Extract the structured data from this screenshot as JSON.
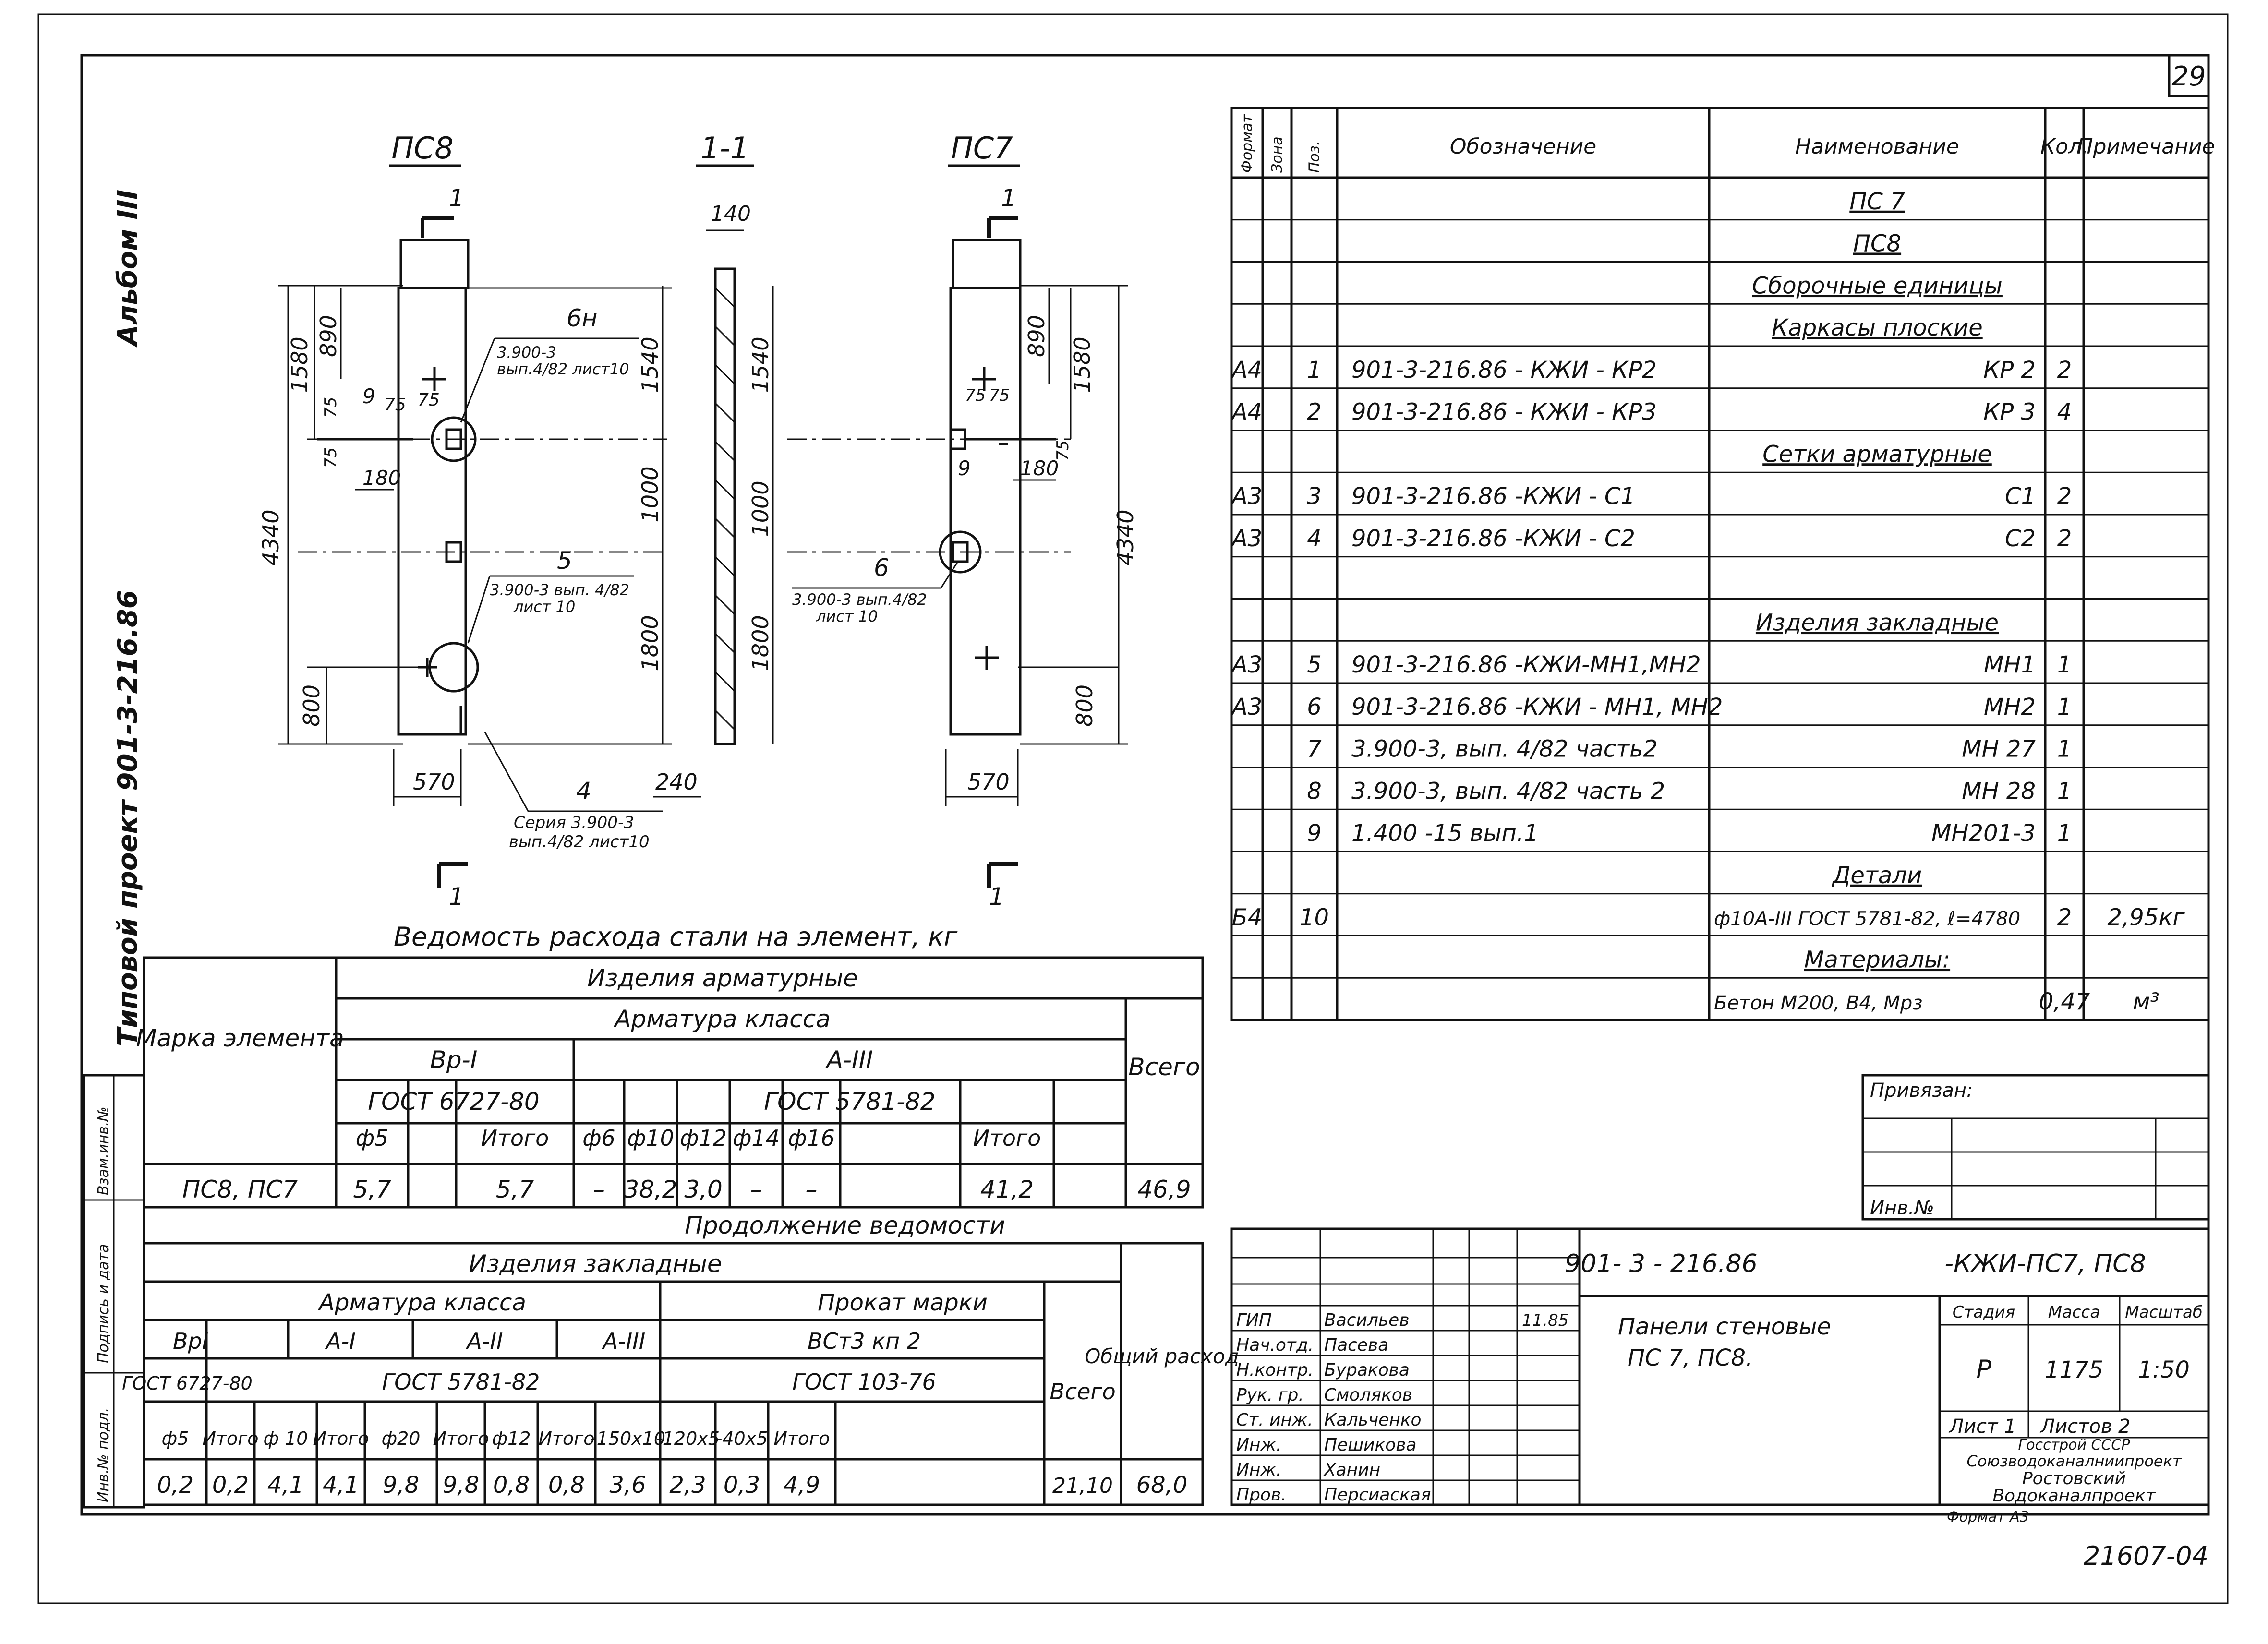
{
  "page_number": "29",
  "side": {
    "album": "Альбом III",
    "project": "Типовой проект  901-3-216.86",
    "vzam": "Взам.инв.№",
    "podpis": "Подпись и дата",
    "inv": "Инв.№ подл."
  },
  "drawing": {
    "view_left": "ПС8",
    "view_section": "1-1",
    "view_right": "ПС7",
    "section_mark": "1",
    "dims_left": {
      "total": "4340",
      "d1580": "1580",
      "d890": "890",
      "d1540": "1540",
      "d1000": "1000",
      "d1800": "1800",
      "d800": "800",
      "d570": "570",
      "d240": "240",
      "d75a": "75",
      "d75b": "75",
      "d75c": "75",
      "d75d": "75",
      "d180": "180"
    },
    "dims_section": {
      "d140": "140",
      "d1540": "1540",
      "d1000": "1000",
      "d1800": "1800"
    },
    "dims_right": {
      "total": "4340",
      "d1580": "1580",
      "d890": "890",
      "d800": "800",
      "d570": "570",
      "d75a": "75",
      "d75b": "75",
      "d75c": "75",
      "d180": "180"
    },
    "callouts": {
      "left_6n": "6н",
      "left_6n_ref": "3.900-3",
      "left_6n_ref2": "вып.4/82 лист10",
      "left_9": "9",
      "left_5": "5",
      "left_5_ref": "3.900-3 вып. 4/82",
      "left_5_ref2": "лист 10",
      "left_4": "4",
      "left_4_ref": "Серия 3.900-3",
      "left_4_ref2": "вып.4/82 лист10",
      "right_6": "6",
      "right_6_ref": "3.900-3 вып.4/82",
      "right_6_ref2": "лист 10",
      "right_9": "9"
    }
  },
  "spec": {
    "headers": [
      "Формат",
      "Зона",
      "Поз.",
      "Обозначение",
      "Наименование",
      "Кол.",
      "Примечание"
    ],
    "rows": [
      {
        "fmt": "",
        "zone": "",
        "pos": "",
        "code": "",
        "name": "ПС 7",
        "qty": "",
        "note": "",
        "title": true
      },
      {
        "fmt": "",
        "zone": "",
        "pos": "",
        "code": "",
        "name": "ПС8",
        "qty": "",
        "note": "",
        "title": true
      },
      {
        "fmt": "",
        "zone": "",
        "pos": "",
        "code": "",
        "name": "Сборочные единицы",
        "qty": "",
        "note": "",
        "title": true
      },
      {
        "fmt": "",
        "zone": "",
        "pos": "",
        "code": "",
        "name": "Каркасы плоские",
        "qty": "",
        "note": "",
        "title": true
      },
      {
        "fmt": "А4",
        "zone": "",
        "pos": "1",
        "code": "901-3-216.86 - КЖИ - КР2",
        "name": "КР 2",
        "qty": "2",
        "note": ""
      },
      {
        "fmt": "А4",
        "zone": "",
        "pos": "2",
        "code": "901-3-216.86 - КЖИ - КР3",
        "name": "КР 3",
        "qty": "4",
        "note": ""
      },
      {
        "fmt": "",
        "zone": "",
        "pos": "",
        "code": "",
        "name": "Сетки арматурные",
        "qty": "",
        "note": "",
        "title": true
      },
      {
        "fmt": "А3",
        "zone": "",
        "pos": "3",
        "code": "901-3-216.86 -КЖИ - С1",
        "name": "С1",
        "qty": "2",
        "note": ""
      },
      {
        "fmt": "А3",
        "zone": "",
        "pos": "4",
        "code": "901-3-216.86 -КЖИ - С2",
        "name": "С2",
        "qty": "2",
        "note": ""
      },
      {
        "fmt": "",
        "zone": "",
        "pos": "",
        "code": "",
        "name": "",
        "qty": "",
        "note": ""
      },
      {
        "fmt": "",
        "zone": "",
        "pos": "",
        "code": "",
        "name": "Изделия закладные",
        "qty": "",
        "note": "",
        "title": true
      },
      {
        "fmt": "А3",
        "zone": "",
        "pos": "5",
        "code": "901-3-216.86 -КЖИ-МН1,МН2",
        "name": "МН1",
        "qty": "1",
        "note": ""
      },
      {
        "fmt": "А3",
        "zone": "",
        "pos": "6",
        "code": "901-3-216.86 -КЖИ - МН1, МН2",
        "name": "МН2",
        "qty": "1",
        "note": ""
      },
      {
        "fmt": "",
        "zone": "",
        "pos": "7",
        "code": "3.900-3, вып. 4/82 часть2",
        "name": "МН 27",
        "qty": "1",
        "note": ""
      },
      {
        "fmt": "",
        "zone": "",
        "pos": "8",
        "code": "3.900-3, вып. 4/82 часть 2",
        "name": "МН 28",
        "qty": "1",
        "note": ""
      },
      {
        "fmt": "",
        "zone": "",
        "pos": "9",
        "code": "1.400 -15 вып.1",
        "name": "МН201-3",
        "qty": "1",
        "note": ""
      },
      {
        "fmt": "",
        "zone": "",
        "pos": "",
        "code": "",
        "name": "Детали",
        "qty": "",
        "note": "",
        "title": true
      },
      {
        "fmt": "Б4",
        "zone": "",
        "pos": "10",
        "code": "",
        "name": "ф10А-III ГОСТ 5781-82, ℓ=4780",
        "qty": "2",
        "note": "2,95кг"
      },
      {
        "fmt": "",
        "zone": "",
        "pos": "",
        "code": "",
        "name": "Материалы:",
        "qty": "",
        "note": "",
        "title": true
      },
      {
        "fmt": "",
        "zone": "",
        "pos": "",
        "code": "",
        "name": "Бетон М200, В4, Мрз",
        "qty": "0,47",
        "note": "м³"
      }
    ]
  },
  "steel1": {
    "title": "Ведомость расхода стали на элемент, кг",
    "h_izdelia": "Изделия арматурные",
    "h_armatura": "Арматура класса",
    "h_marka": "Марка элемента",
    "h_vsego": "Всего",
    "h_vp": "Вр-I",
    "h_a3": "А-III",
    "h_gost1": "ГОСТ 6727-80",
    "h_gost2": "ГОСТ 5781-82",
    "cols": [
      "ф5",
      "",
      "Итого",
      "ф6",
      "ф10",
      "ф12",
      "ф14",
      "ф16",
      "",
      "Итого"
    ],
    "row_mark": "ПС8, ПС7",
    "row_vals": [
      "5,7",
      "",
      "5,7",
      "–",
      "38,2",
      "3,0",
      "–",
      "–",
      "",
      "41,2"
    ],
    "row_total": "46,9"
  },
  "steel2": {
    "title": "Продолжение ведомости",
    "h_izdelia": "Изделия закладные",
    "h_armatura": "Арматура класса",
    "h_prokat": "Прокат марки",
    "h_vsego": "Всего",
    "h_obsh": "Общий расход",
    "h_vp": "ВрI",
    "h_a1": "А-I",
    "h_a2": "А-II",
    "h_a3": "А-III",
    "h_vst": "ВСт3 кп 2",
    "h_gost1": "ГОСТ 6727-80",
    "h_gost2": "ГОСТ 5781-82",
    "h_gost3": "ГОСТ 103-76",
    "cols": [
      "ф5",
      "Итого",
      "ф 10",
      "Итого",
      "ф20",
      "Итого",
      "ф12",
      "Итого",
      "-150х10",
      "-120х5",
      "-40х5",
      "Итого"
    ],
    "vals": [
      "0,2",
      "0,2",
      "4,1",
      "4,1",
      "9,8",
      "9,8",
      "0,8",
      "0,8",
      "3,6",
      "2,3",
      "0,3",
      "4,9"
    ],
    "total": "21,10",
    "grand": "68,0"
  },
  "privyazan": {
    "label": "Привязан:",
    "inv": "Инв.№"
  },
  "stamp": {
    "doc_code": "901- 3 - 216.86",
    "doc_suffix": "-КЖИ-ПС7, ПС8",
    "title_line1": "Панели стеновые",
    "title_line2": "ПС 7, ПС8.",
    "stadia_label": "Стадия",
    "massa_label": "Масса",
    "masshtab_label": "Масштаб",
    "stadia": "Р",
    "massa": "1175",
    "masshtab": "1:50",
    "list": "Лист 1",
    "listov": "Листов 2",
    "org1": "Госстрой СССР",
    "org2": "Союзводоканалниипроект",
    "org3": "Ростовский",
    "org4": "Водоканалпроект",
    "format": "Формат А3",
    "signers": [
      {
        "role": "ГИП",
        "name": "Васильев",
        "date": "11.85"
      },
      {
        "role": "Нач.отд.",
        "name": "Пасева",
        "date": ""
      },
      {
        "role": "Н.контр.",
        "name": "Буракова",
        "date": ""
      },
      {
        "role": "Рук. гр.",
        "name": "Смоляков",
        "date": ""
      },
      {
        "role": "Ст. инж.",
        "name": "Кальченко",
        "date": ""
      },
      {
        "role": "Инж.",
        "name": "Пешикова",
        "date": ""
      },
      {
        "role": "Инж.",
        "name": "Ханин",
        "date": ""
      },
      {
        "role": "Пров.",
        "name": "Персиаская",
        "date": ""
      }
    ]
  },
  "inv_number": "21607-04"
}
